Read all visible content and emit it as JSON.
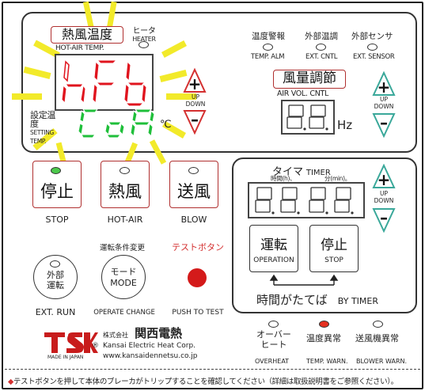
{
  "hot_air_temp": {
    "label_jp": "熱風温度",
    "label_en": "HOT-AIR TEMP.",
    "display": "nFb"
  },
  "setting_temp": {
    "label_jp": "設定温度",
    "label_en": "SETTING TEMP.",
    "display": "CoA",
    "unit": "℃"
  },
  "heater": {
    "label_jp": "ヒータ",
    "label_en": "HEATER"
  },
  "alarms": {
    "temp_alm": {
      "jp": "温度警報",
      "en": "TEMP. ALM"
    },
    "ext_cntl": {
      "jp": "外部温調",
      "en": "EXT. CNTL"
    },
    "ext_sensor": {
      "jp": "外部センサ",
      "en": "EXT. SENSOR"
    }
  },
  "air_vol": {
    "label_jp": "風量調節",
    "label_en": "AIR VOL. CNTL",
    "display": "8.8.",
    "unit": "Hz"
  },
  "arrows": {
    "up": "UP",
    "down": "DOWN"
  },
  "keys": {
    "stop": {
      "jp": "停止",
      "en": "STOP"
    },
    "hot_air": {
      "jp": "熱風",
      "en": "HOT-AIR"
    },
    "blow": {
      "jp": "送風",
      "en": "BLOW"
    }
  },
  "timer": {
    "label_jp": "タイマ",
    "label_en": "TIMER",
    "hours_label": "時間(h)、",
    "minutes_label": "分(min)。",
    "display": "8.8.8.8.",
    "operation": {
      "jp": "運転",
      "en": "OPERATION"
    },
    "stop": {
      "jp": "停止",
      "en": "STOP"
    },
    "by_timer_jp": "時間がたてば",
    "by_timer_en": "BY TIMER"
  },
  "ext_run": {
    "jp1": "外部",
    "jp2": "運転",
    "en": "EXT. RUN"
  },
  "mode": {
    "jp": "モード",
    "en1": "MODE",
    "label_jp": "運転条件変更",
    "label_en": "OPERATE CHANGE"
  },
  "test": {
    "label_jp": "テストボタン",
    "label_en": "PUSH TO TEST"
  },
  "company": {
    "logo": "TSK",
    "kabushiki": "株式会社",
    "name_jp": "関西電熱",
    "name_en": "Kansai Electric Heat Corp.",
    "url": "www.kansaidennetsu.co.jp",
    "made_in": "MADE IN JAPAN",
    "registered": "®"
  },
  "status_leds": {
    "overheat": {
      "jp1": "オーバー",
      "jp2": "ヒート",
      "en": "OVERHEAT"
    },
    "temp_warn": {
      "jp": "温度異常",
      "en": "TEMP. WARN."
    },
    "blower_warn": {
      "jp": "送風機異常",
      "en": "BLOWER WARN."
    }
  },
  "footer_note": "テストボタンを押して本体のブレーカがトリップすることを確認してください（詳細は取扱説明書をご参照ください）。",
  "colors": {
    "seg_red": "#e0141e",
    "seg_green": "#1fbf3a",
    "arrow_teal": "#3aa89a",
    "burst": "#f2ea2a",
    "accent_red": "#d43030"
  }
}
